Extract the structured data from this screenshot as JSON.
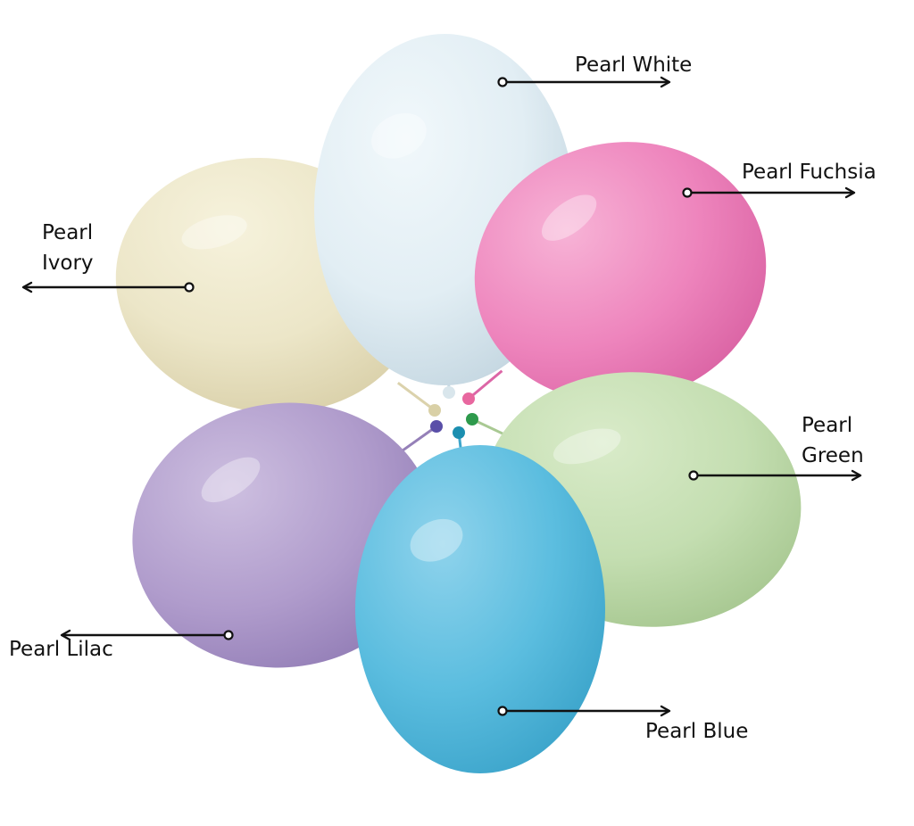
{
  "colors": {
    "background": "#ffffff",
    "label_text": "#111111",
    "connector": "#111111"
  },
  "balloons": [
    {
      "id": "pearl-white",
      "label": "Pearl White",
      "label_lines": [
        "Pearl White"
      ],
      "color_light": "#f1f8fb",
      "color_main": "#e2eef4",
      "color_shade": "#c6d8e2",
      "knot_color": "#d9e6ec",
      "arrow_direction": "right"
    },
    {
      "id": "pearl-fuchsia",
      "label": "Pearl Fuchsia",
      "label_lines": [
        "Pearl Fuchsia"
      ],
      "color_light": "#f7b3d6",
      "color_main": "#ee85bd",
      "color_shade": "#dc66a6",
      "knot_color": "#e8679f",
      "arrow_direction": "right"
    },
    {
      "id": "pearl-ivory",
      "label": "Pearl Ivory",
      "label_lines": [
        "Pearl",
        "Ivory"
      ],
      "color_light": "#f6f2dc",
      "color_main": "#ece6c8",
      "color_shade": "#dbd2ac",
      "knot_color": "#d9d0a6",
      "arrow_direction": "left"
    },
    {
      "id": "pearl-green",
      "label": "Pearl Green",
      "label_lines": [
        "Pearl",
        "Green"
      ],
      "color_light": "#d9ebc9",
      "color_main": "#c4deb1",
      "color_shade": "#a9c993",
      "knot_color": "#2e9a4c",
      "arrow_direction": "right"
    },
    {
      "id": "pearl-lilac",
      "label": "Pearl Lilac",
      "label_lines": [
        "Pearl Lilac"
      ],
      "color_light": "#cdbfe0",
      "color_main": "#b09ccc",
      "color_shade": "#9580b8",
      "knot_color": "#5a4fa8",
      "arrow_direction": "left"
    },
    {
      "id": "pearl-blue",
      "label": "Pearl Blue",
      "label_lines": [
        "Pearl Blue"
      ],
      "color_light": "#8fd3ec",
      "color_main": "#5bbddf",
      "color_shade": "#3ea6cc",
      "knot_color": "#1c8fb0",
      "arrow_direction": "right"
    }
  ]
}
